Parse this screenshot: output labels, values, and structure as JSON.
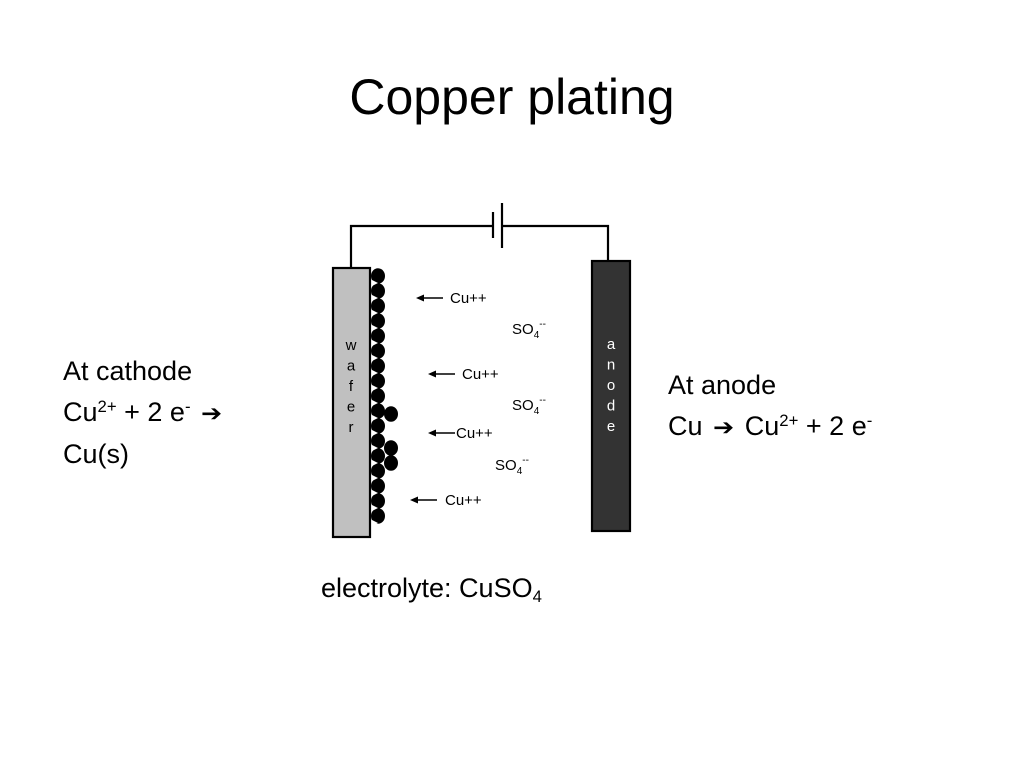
{
  "title": "Copper plating",
  "cathode": {
    "heading": "At cathode",
    "species": "Cu",
    "charge": "2+",
    "electrons": "+ 2 e",
    "electron_charge": "-",
    "arrow_icon": "right-arrow-icon",
    "product": "Cu(s)"
  },
  "anode": {
    "heading": "At anode",
    "reactant": "Cu",
    "arrow_icon": "right-arrow-icon",
    "species": "Cu",
    "charge": "2+",
    "electrons": "+ 2 e",
    "electron_charge": "-"
  },
  "electrolyte": {
    "label": "electrolyte: CuSO",
    "subscript": "4"
  },
  "diagram": {
    "wafer_label": [
      "w",
      "a",
      "f",
      "e",
      "r"
    ],
    "anode_label": [
      "a",
      "n",
      "o",
      "d",
      "e"
    ],
    "cu_ions": [
      "Cu++",
      "Cu++",
      "Cu++",
      "Cu++"
    ],
    "sulfate_ions": [
      {
        "base": "SO",
        "sub": "4",
        "sup": "--"
      },
      {
        "base": "SO",
        "sub": "4",
        "sup": "--"
      },
      {
        "base": "SO",
        "sub": "4",
        "sup": "--"
      }
    ],
    "colors": {
      "wafer": "#c0c0c0",
      "anode": "#333333",
      "deposit": "#000000",
      "wire": "#000000"
    }
  }
}
